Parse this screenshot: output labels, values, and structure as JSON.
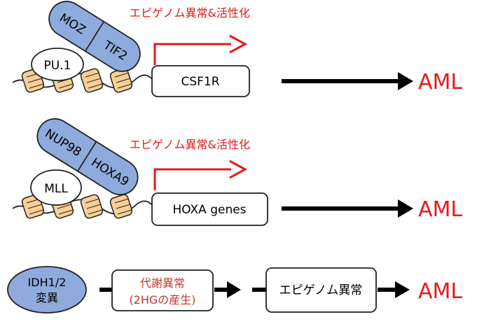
{
  "panel1": {
    "fusion_left": "MOZ",
    "fusion_right": "TIF2",
    "partner": "PU.1",
    "gene": "CSF1R",
    "annotation": "エピゲノム異常&活性化",
    "outcome": "AML"
  },
  "panel2": {
    "fusion_left": "NUP98",
    "fusion_right": "HOXA9",
    "partner": "MLL",
    "gene": "HOXA genes",
    "annotation": "エピゲノム異常&活性化",
    "outcome": "AML"
  },
  "panel3": {
    "mutation_line1": "IDH1/2",
    "mutation_line2": "変異",
    "metabolic_line1": "代謝異常",
    "metabolic_line2": "(2HGの産生)",
    "epigenetic": "エピゲノム異常",
    "outcome": "AML"
  },
  "colors": {
    "fusion_fill": "#8faadc",
    "nucleosome_fill": "#f8cf94",
    "activation_red": "#e31a1c",
    "metabolic_text": "#c0392b",
    "arrow_black": "#000000"
  }
}
